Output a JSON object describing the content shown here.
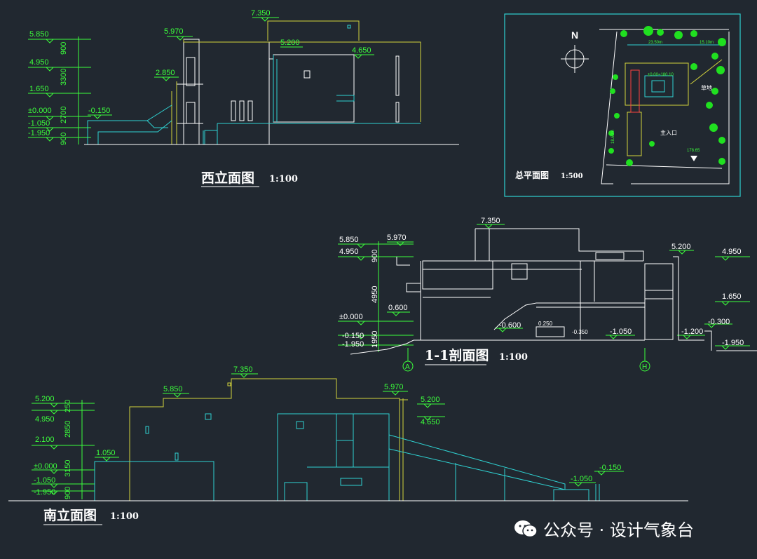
{
  "west_elevation": {
    "title": "西立面图",
    "scale": "1:100",
    "levels": [
      "5.850",
      "4.950",
      "1.650",
      "±0.000",
      "-1.050",
      "-1.950"
    ],
    "dims": [
      "900",
      "3300",
      "2700",
      "900"
    ],
    "roof_levels": [
      "7.350",
      "5.970",
      "5.200",
      "4.650",
      "2.850",
      "-0.150"
    ]
  },
  "site_plan": {
    "title": "总平面图",
    "scale": "1:500",
    "north": "N",
    "labels": [
      "±0.00=180.10",
      "草地",
      "主入口",
      "178.65"
    ],
    "dims": [
      "23.50m",
      "15.10m",
      "18.60m"
    ]
  },
  "section": {
    "title": "1-1剖面图",
    "scale": "1:100",
    "levels_left": [
      "5.850",
      "4.950",
      "±0.000",
      "-0.150",
      "-1.950"
    ],
    "dims": [
      "900",
      "4950",
      "1950"
    ],
    "top_levels": [
      "7.350",
      "5.970"
    ],
    "right_levels": [
      "5.200",
      "4.950",
      "1.650",
      "-0.300",
      "-1.950"
    ],
    "inner_levels": [
      "0.600",
      "-0.600",
      "0.250",
      "-0.350",
      "-1.050",
      "-1.200"
    ],
    "axes": [
      "A",
      "H"
    ]
  },
  "south_elevation": {
    "title": "南立面图",
    "scale": "1:100",
    "levels_left": [
      "5.200",
      "4.950",
      "2.100",
      "±0.000",
      "-1.050",
      "-1.950"
    ],
    "dims": [
      "250",
      "2850",
      "3150",
      "900"
    ],
    "top_levels": [
      "7.350",
      "5.850",
      "1.050",
      "5.970"
    ],
    "right_levels": [
      "5.200",
      "4.650",
      "-0.150",
      "-1.050"
    ]
  },
  "watermark": "公众号 · 设计气象台"
}
